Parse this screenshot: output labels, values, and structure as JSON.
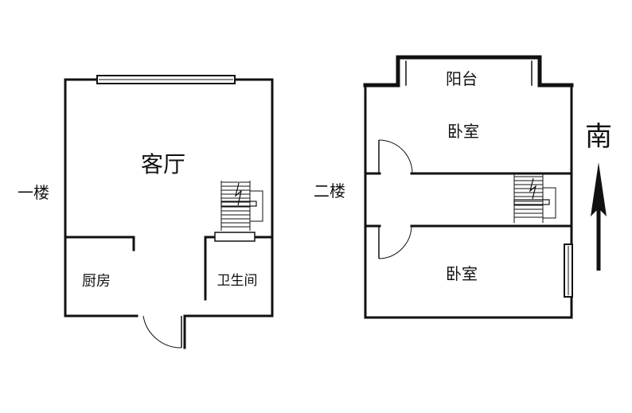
{
  "floor1": {
    "label": "一楼",
    "rooms": {
      "living_room": "客厅",
      "kitchen": "厨房",
      "bathroom": "卫生间"
    }
  },
  "floor2": {
    "label": "二楼",
    "rooms": {
      "balcony": "阳台",
      "bedroom_north": "卧室",
      "bedroom_south": "卧室"
    }
  },
  "compass": {
    "label": "南",
    "icon": "arrow-up-icon"
  },
  "colors": {
    "wall": "#111111",
    "background": "#ffffff"
  }
}
